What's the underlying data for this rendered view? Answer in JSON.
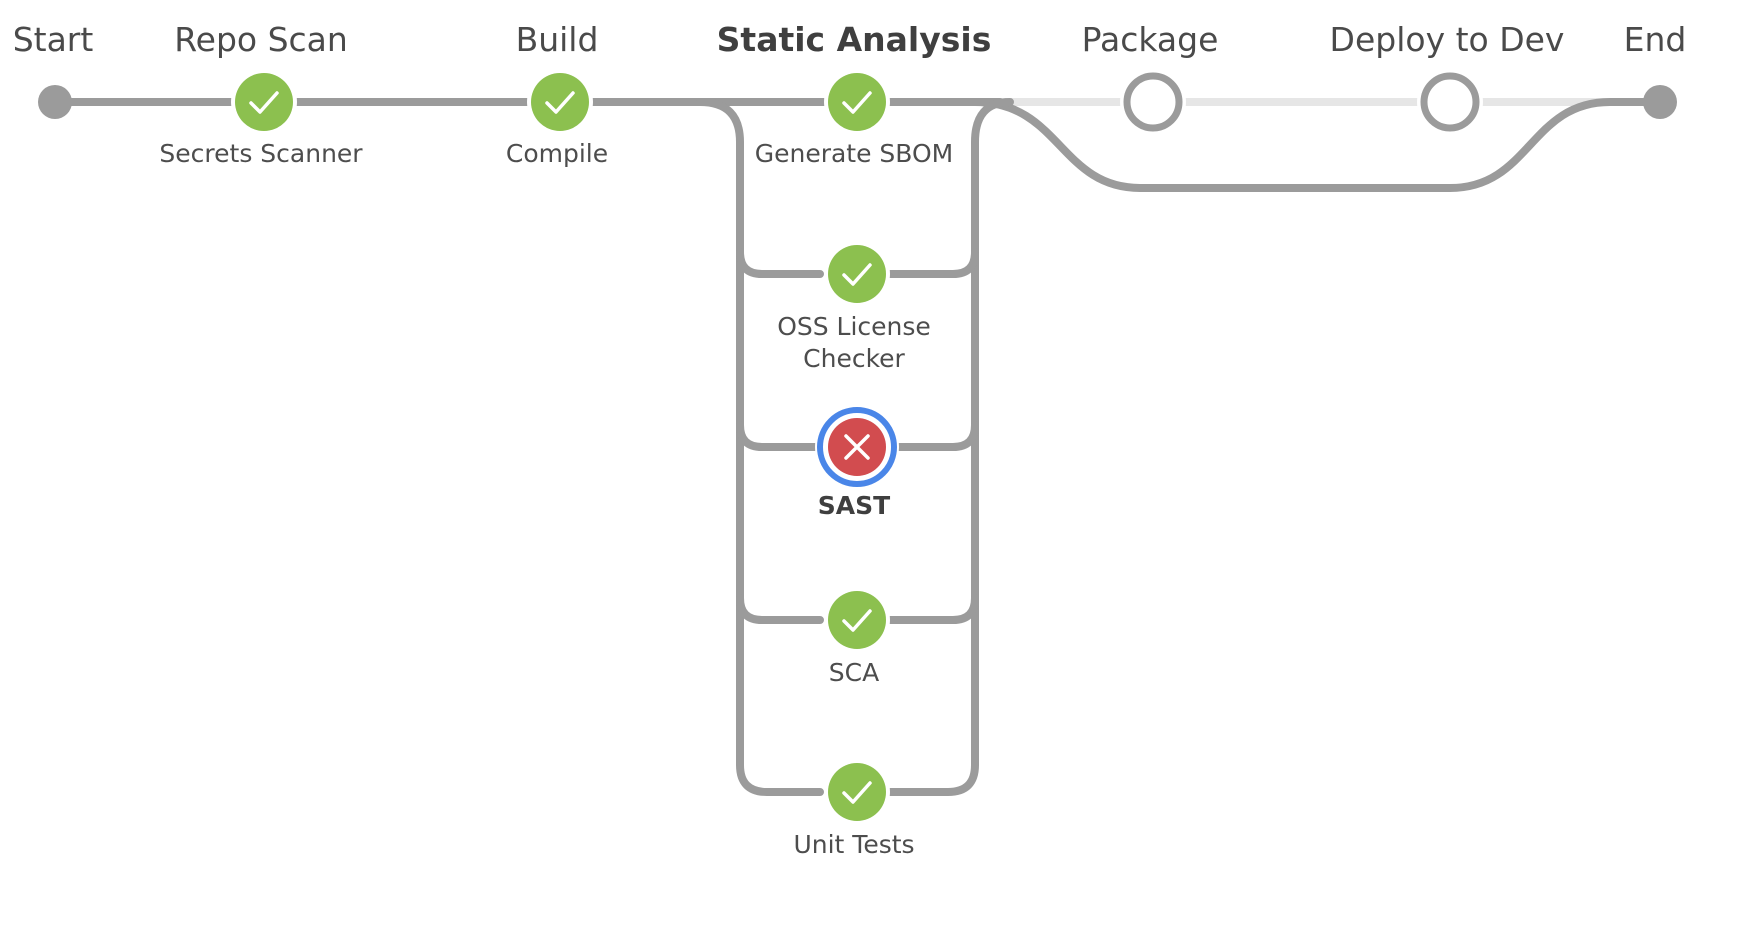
{
  "colors": {
    "track": "#9b9b9b",
    "pending_track": "#e6e6e6",
    "success": "#8cc04f",
    "failed": "#d24c4f",
    "selected_ring": "#4a86e8",
    "node_outline": "#9b9b9b"
  },
  "stages": {
    "start": {
      "title": "Start"
    },
    "repo_scan": {
      "title": "Repo Scan",
      "steps": [
        {
          "label": "Secrets Scanner",
          "status": "success",
          "icon": "check-icon"
        }
      ]
    },
    "build": {
      "title": "Build",
      "steps": [
        {
          "label": "Compile",
          "status": "success",
          "icon": "check-icon"
        }
      ]
    },
    "static_analysis": {
      "title": "Static Analysis",
      "steps": [
        {
          "label": "Generate SBOM",
          "status": "success",
          "icon": "check-icon"
        },
        {
          "label_line1": "OSS License",
          "label_line2": "Checker",
          "status": "success",
          "icon": "check-icon"
        },
        {
          "label": "SAST",
          "status": "failed",
          "icon": "cross-icon",
          "selected": true
        },
        {
          "label": "SCA",
          "status": "success",
          "icon": "check-icon"
        },
        {
          "label": "Unit Tests",
          "status": "success",
          "icon": "check-icon"
        }
      ]
    },
    "package": {
      "title": "Package",
      "status": "not-built",
      "icon": "empty-circle-icon"
    },
    "deploy_dev": {
      "title": "Deploy to Dev",
      "status": "not-built",
      "icon": "empty-circle-icon"
    },
    "end": {
      "title": "End"
    }
  }
}
